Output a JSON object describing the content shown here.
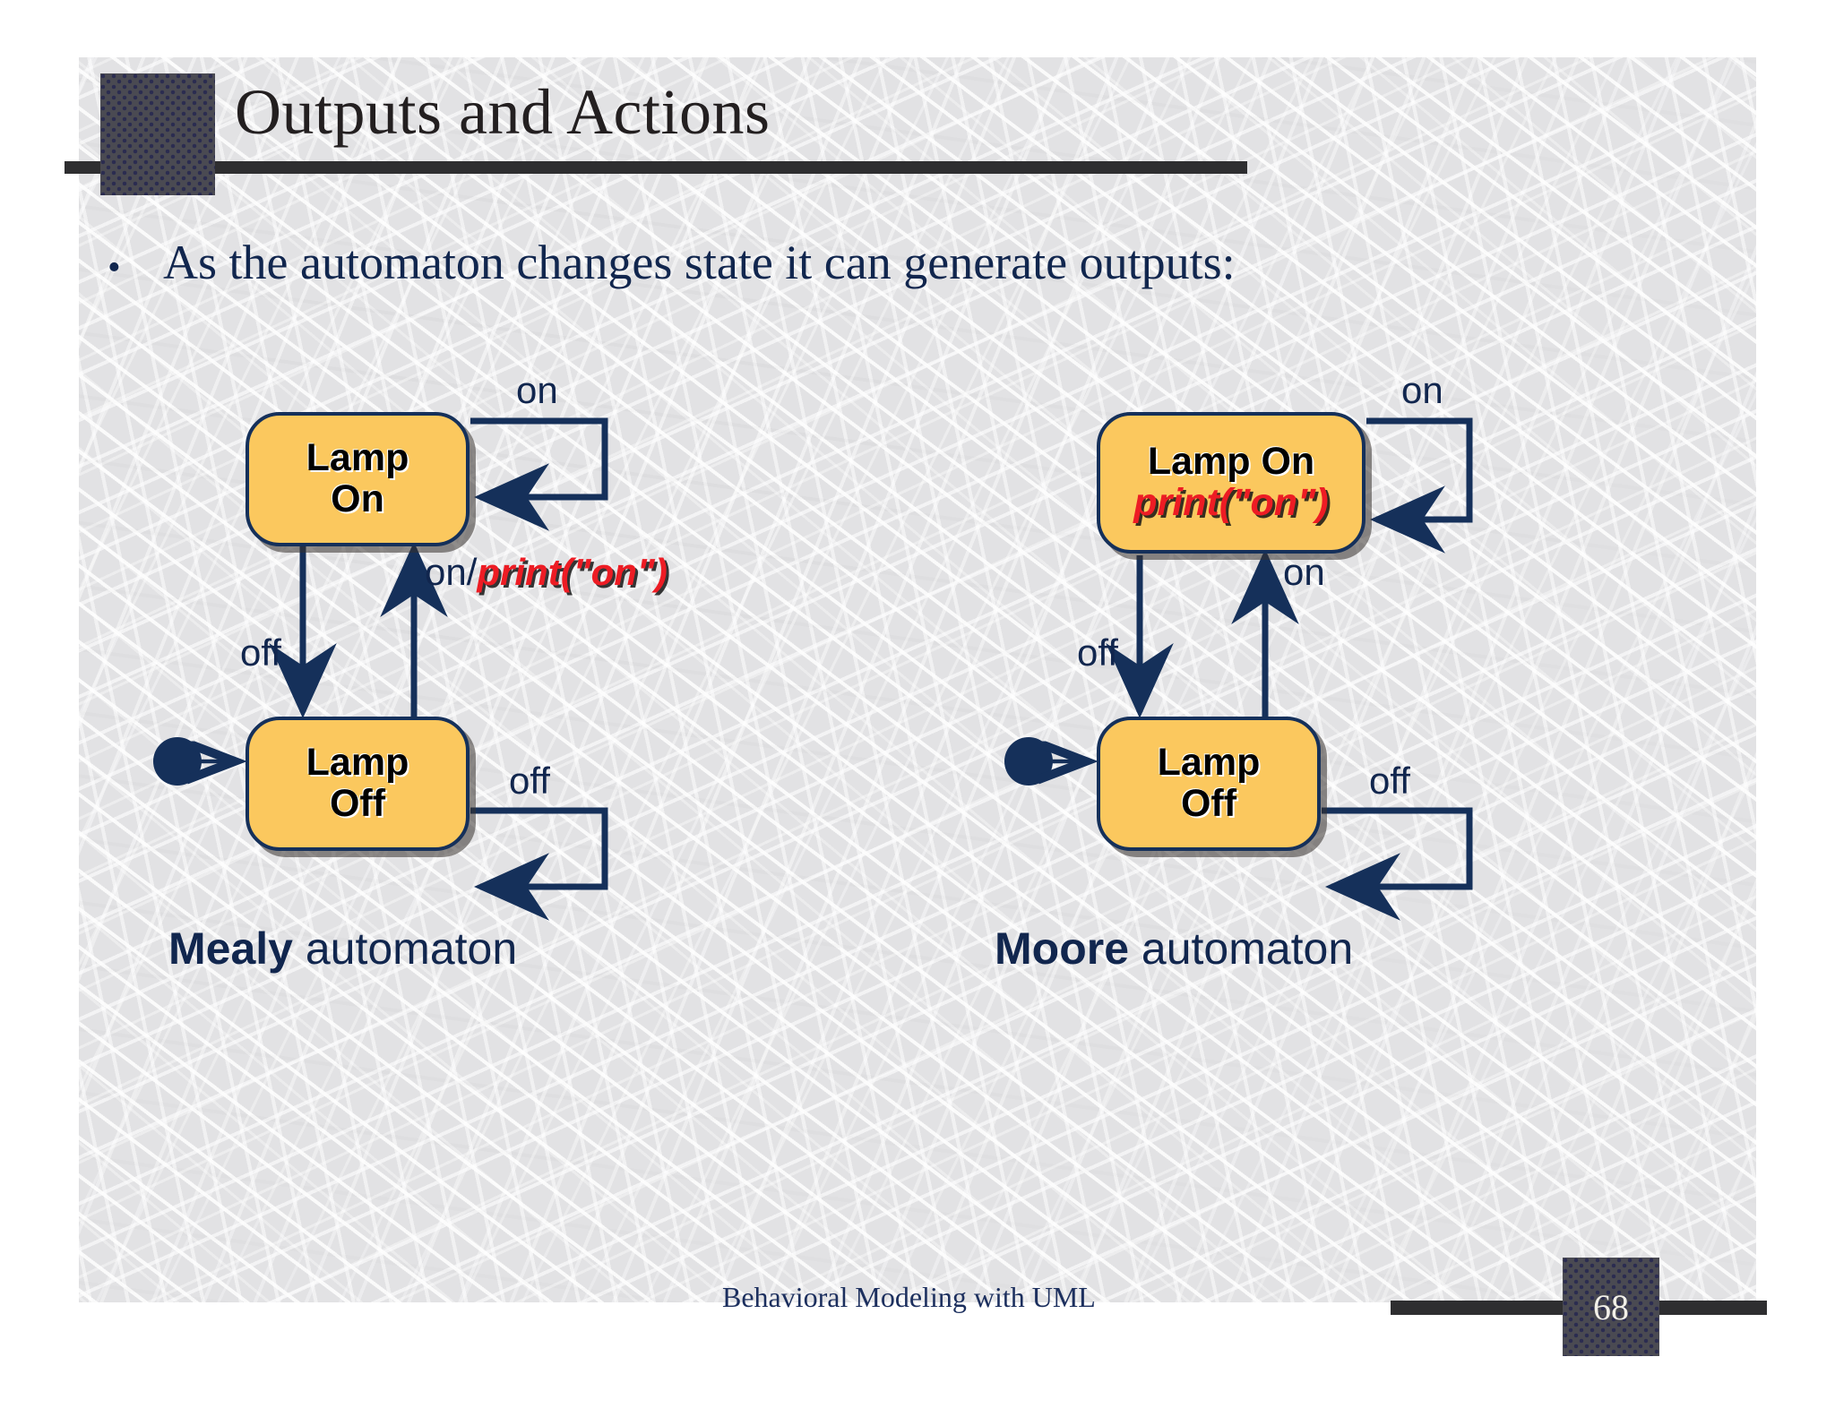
{
  "slide": {
    "title": "Outputs and Actions",
    "bullet_marker": "•",
    "bullet_text": "As the automaton changes state it can generate outputs:",
    "footer": "Behavioral Modeling with UML",
    "page_number": "68",
    "colors": {
      "background": "#e2e2e4",
      "title_text": "#231f20",
      "body_text": "#11264e",
      "state_fill": "#FBC85E",
      "state_border": "#15305a",
      "action_red": "#ED1C24",
      "decor_block": "#4a4a52"
    }
  },
  "diagrams": [
    {
      "id": "mealy",
      "caption_bold": "Mealy",
      "caption_rest": " automaton",
      "initial_marker": "filled-circle",
      "states": [
        {
          "name_line1": "Lamp",
          "name_line2": "On",
          "action": ""
        },
        {
          "name_line1": "Lamp",
          "name_line2": "Off",
          "action": ""
        }
      ],
      "transitions": [
        {
          "from": "Lamp On",
          "to": "Lamp On",
          "event": "on",
          "action": "",
          "label": "on",
          "kind": "self-loop-top"
        },
        {
          "from": "Lamp On",
          "to": "Lamp Off",
          "event": "off",
          "action": "",
          "label": "off",
          "kind": "down"
        },
        {
          "from": "Lamp Off",
          "to": "Lamp On",
          "event": "on",
          "action": "print(\"on\")",
          "label_event": "on/",
          "label_action": "print(\"on\")",
          "kind": "up"
        },
        {
          "from": "Lamp Off",
          "to": "Lamp Off",
          "event": "off",
          "action": "",
          "label": "off",
          "kind": "self-loop-bottom"
        },
        {
          "from": "initial",
          "to": "Lamp Off",
          "event": "",
          "action": "",
          "label": "",
          "kind": "initial"
        }
      ]
    },
    {
      "id": "moore",
      "caption_bold": "Moore",
      "caption_rest": " automaton",
      "initial_marker": "filled-circle",
      "states": [
        {
          "name_line1": "Lamp On",
          "name_line2": "",
          "action": "print(\"on\")"
        },
        {
          "name_line1": "Lamp",
          "name_line2": "Off",
          "action": ""
        }
      ],
      "transitions": [
        {
          "from": "Lamp On",
          "to": "Lamp On",
          "event": "on",
          "action": "",
          "label": "on",
          "kind": "self-loop-top"
        },
        {
          "from": "Lamp On",
          "to": "Lamp Off",
          "event": "off",
          "action": "",
          "label": "off",
          "kind": "down"
        },
        {
          "from": "Lamp Off",
          "to": "Lamp On",
          "event": "on",
          "action": "",
          "label": "on",
          "kind": "up"
        },
        {
          "from": "Lamp Off",
          "to": "Lamp Off",
          "event": "off",
          "action": "",
          "label": "off",
          "kind": "self-loop-bottom"
        },
        {
          "from": "initial",
          "to": "Lamp Off",
          "event": "",
          "action": "",
          "label": "",
          "kind": "initial"
        }
      ]
    }
  ]
}
